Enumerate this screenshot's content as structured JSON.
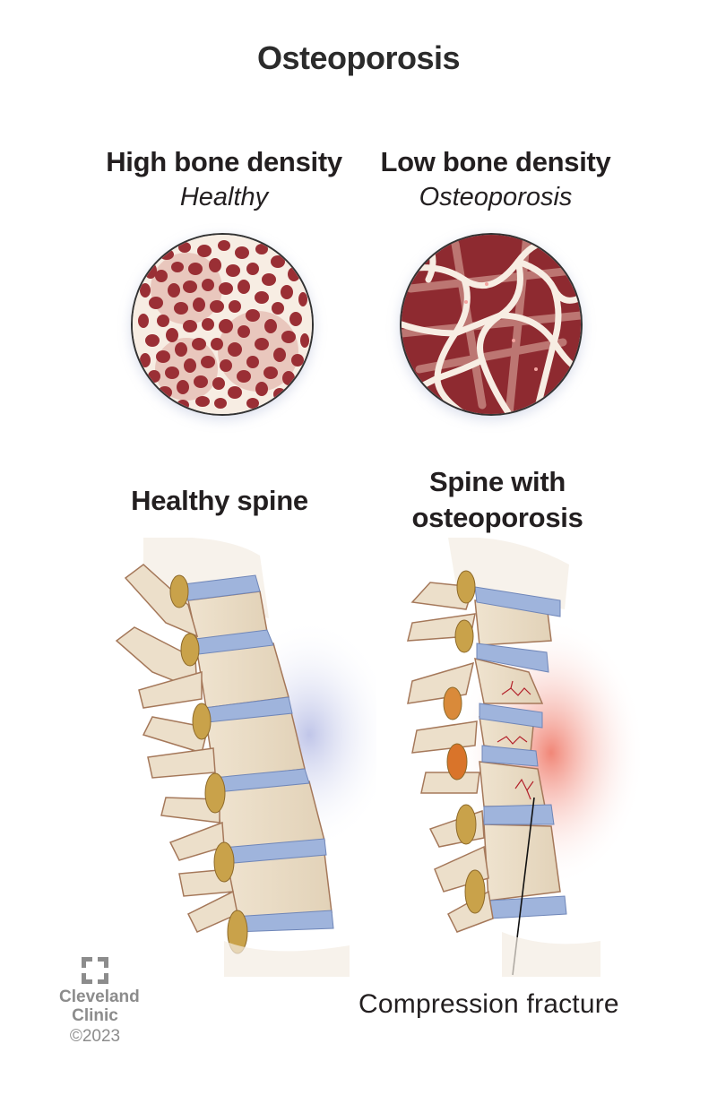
{
  "title": "Osteoporosis",
  "density": {
    "left": {
      "heading": "High bone density",
      "subheading": "Healthy"
    },
    "right": {
      "heading": "Low bone density",
      "subheading": "Osteoporosis"
    }
  },
  "spines": {
    "left": {
      "heading": "Healthy spine"
    },
    "right": {
      "heading_line1": "Spine with",
      "heading_line2": "osteoporosis"
    }
  },
  "callout": {
    "label": "Compression fracture"
  },
  "brand": {
    "name_line1": "Cleveland",
    "name_line2": "Clinic",
    "copyright": "©2023"
  },
  "colors": {
    "bone": "#eadcc6",
    "bone_outline": "#a5785a",
    "disc": "#9fb4dc",
    "nerve": "#c9a24a",
    "marrow": "#8e2a30",
    "trabecula": "#f7ede3",
    "healthy_glow": "#b9bfe6",
    "fracture_glow": "#f08070",
    "fracture_crack": "#b3202a",
    "text": "#231f20",
    "logo_gray": "#8c8c8c"
  }
}
